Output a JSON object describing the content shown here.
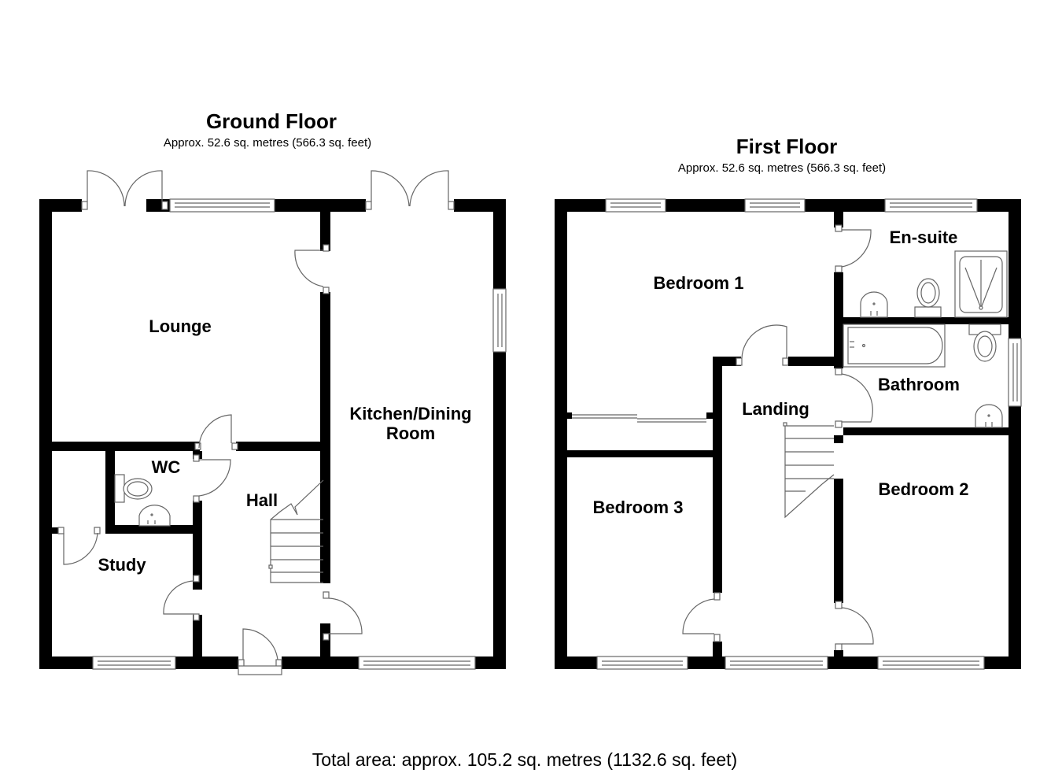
{
  "ground_floor": {
    "title": "Ground Floor",
    "area": "Approx. 52.6 sq. metres (566.3 sq. feet)",
    "rooms": {
      "lounge": "Lounge",
      "kitchen_line1": "Kitchen/Dining",
      "kitchen_line2": "Room",
      "wc": "WC",
      "hall": "Hall",
      "study": "Study"
    }
  },
  "first_floor": {
    "title": "First Floor",
    "area": "Approx. 52.6 sq. metres (566.3 sq. feet)",
    "rooms": {
      "bedroom1": "Bedroom 1",
      "ensuite": "En-suite",
      "bathroom": "Bathroom",
      "landing": "Landing",
      "bedroom2": "Bedroom 2",
      "bedroom3": "Bedroom 3"
    }
  },
  "total_area": "Total area: approx. 105.2 sq. metres (1132.6 sq. feet)"
}
